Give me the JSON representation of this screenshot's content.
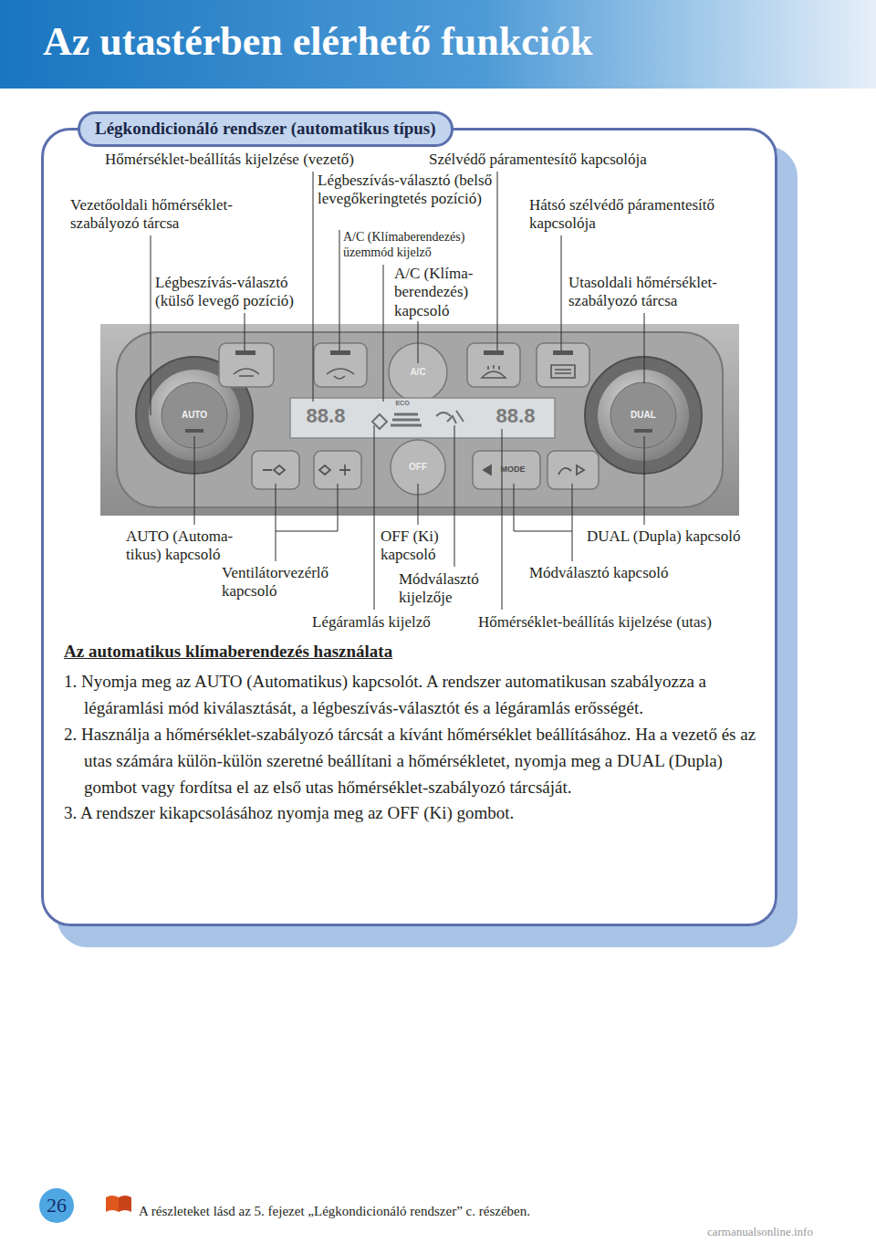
{
  "diagram": {
    "title": "Az utastérben elérhető funkciók",
    "nodes": [
      {
        "text": [
          "Légkondicionáló rendszer (automatikus típus)"
        ]
      },
      {
        "text": [
          "26"
        ]
      }
    ],
    "labels": [
      "Hőmérséklet-beállítás kijelzése (vezető)",
      "Szélvédő páramentesítő kapcsolója",
      "Légbeszívás-választó (belső levegőkeringtetés pozíció)",
      "Vezetőoldali hőmérséklet- szabályozó tárcsa",
      "Hátsó szélvédő páramentesítő kapcsolója",
      "A/C (Klímaberendezés) üzemmód kijelző",
      "Légbeszívás-választó (külső levegő pozíció)",
      "A/C (Klíma- berendezés) kapcsoló",
      "Utasoldali hőmérséklet- szabályozó tárcsa",
      "AUTO",
      "A/C",
      "88.8",
      "ECO",
      "88.8",
      "OFF",
      "MODE",
      "DUAL",
      "AUTO (Automa- tikus) kapcsoló",
      "OFF (Ki) kapcsoló",
      "DUAL (Dupla) kapcsoló",
      "Ventilátorvezérlő kapcsoló",
      "Módválasztó kapcsoló",
      "Módválasztó kijelzője",
      "Légáramlás kijelző",
      "Hőmérséklet-beállítás kijelzése (utas)",
      "Az automatikus klímaberendezés használata",
      "1. Nyomja meg az AUTO (Automatikus) kapcsolót. A rendszer automatikusan szabályozza a légáramlási mód kiválasztását, a légbeszívás-választót és a légáramlás erősségét.",
      "2. Használja a hőmérséklet-szabályozó tárcsát a kívánt hőmérséklet beállításához. Ha a vezető és az utas számára külön-külön szeretné beállítani a hőmérsékletet, nyomja meg a DUAL (Dupla) gombot vagy fordítsa el az első utas hőmérséklet-szabályozó tárcsáját.",
      "3. A rendszer kikapcsolásához nyomja meg az OFF (Ki) gombot.",
      "A részleteket lásd az 5. fejezet „Légkondicionáló rendszer” c. részében.",
      "carmanualsonline.info"
    ]
  }
}
